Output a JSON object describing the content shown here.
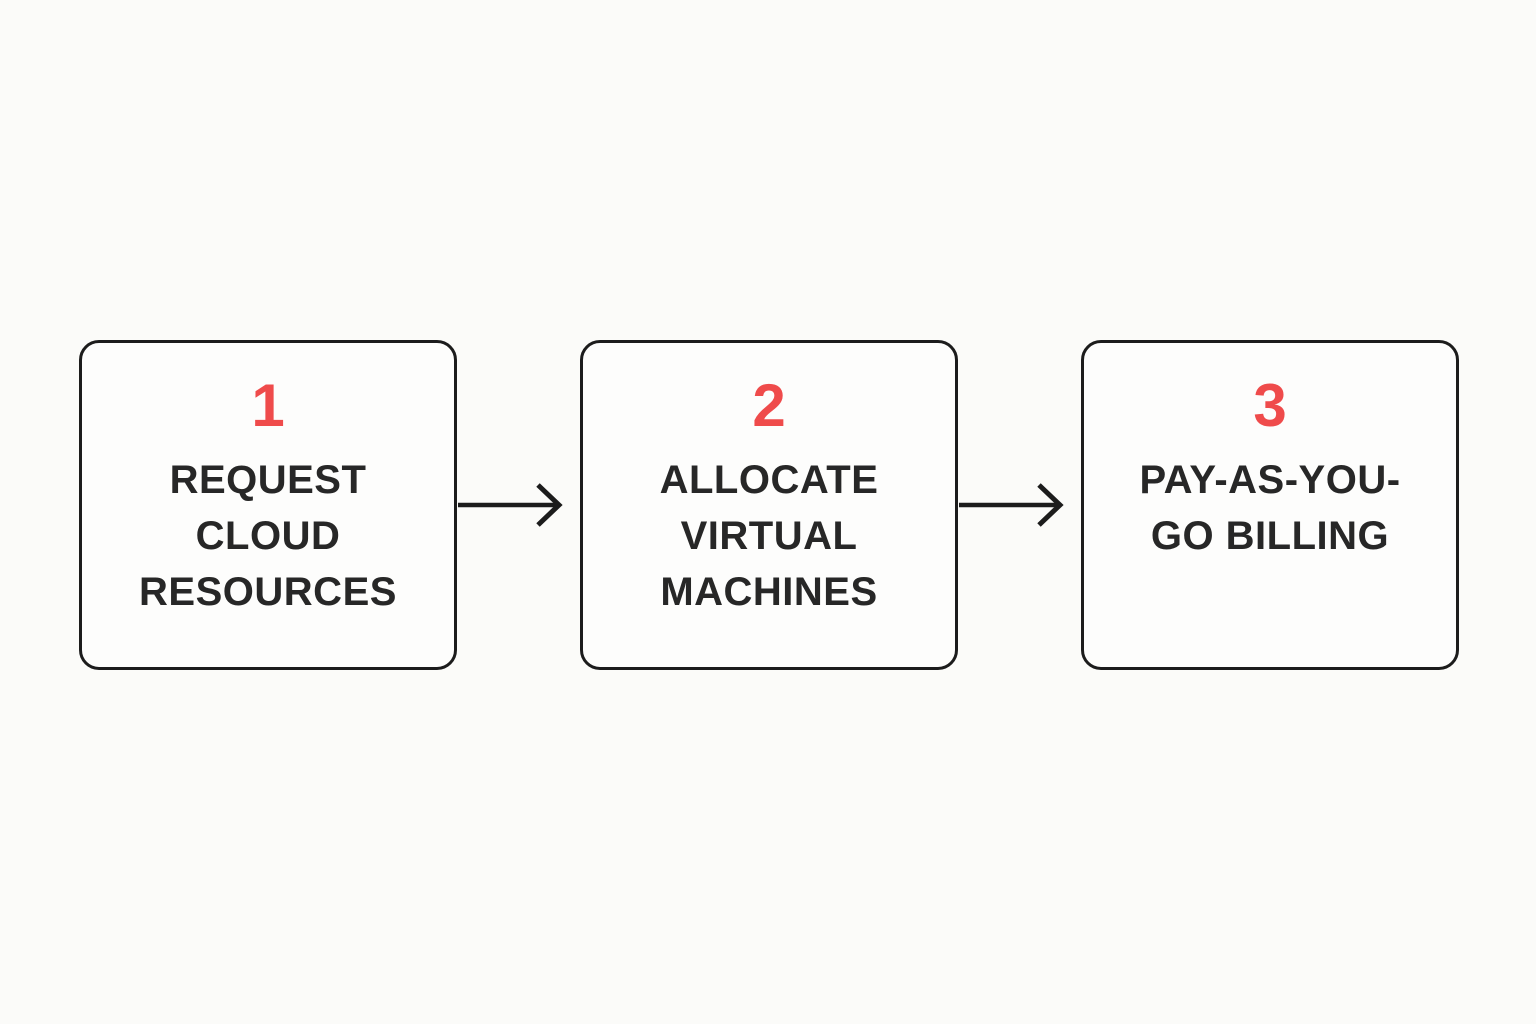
{
  "colors": {
    "bg": "#fbfbf9",
    "boxBg": "#fdfdfc",
    "border": "#1c1c1c",
    "accent": "#ef4b4b",
    "text": "#272727"
  },
  "diagram": {
    "type": "process-flow",
    "direction": "left-to-right",
    "steps": [
      {
        "number": "1",
        "label": "REQUEST CLOUD RESOURCES",
        "lines": [
          "REQUEST",
          "CLOUD",
          "RESOURCES"
        ]
      },
      {
        "number": "2",
        "label": "ALLOCATE VIRTUAL MACHINES",
        "lines": [
          "ALLOCATE",
          "VIRTUAL",
          "MACHINES"
        ]
      },
      {
        "number": "3",
        "label": "PAY-AS-YOU-GO BILLING",
        "lines": [
          "PAY-AS-YOU-",
          "GO BILLING"
        ]
      }
    ],
    "connectors": [
      {
        "icon": "arrow-right",
        "from": "1",
        "to": "2"
      },
      {
        "icon": "arrow-right",
        "from": "2",
        "to": "3"
      }
    ]
  }
}
